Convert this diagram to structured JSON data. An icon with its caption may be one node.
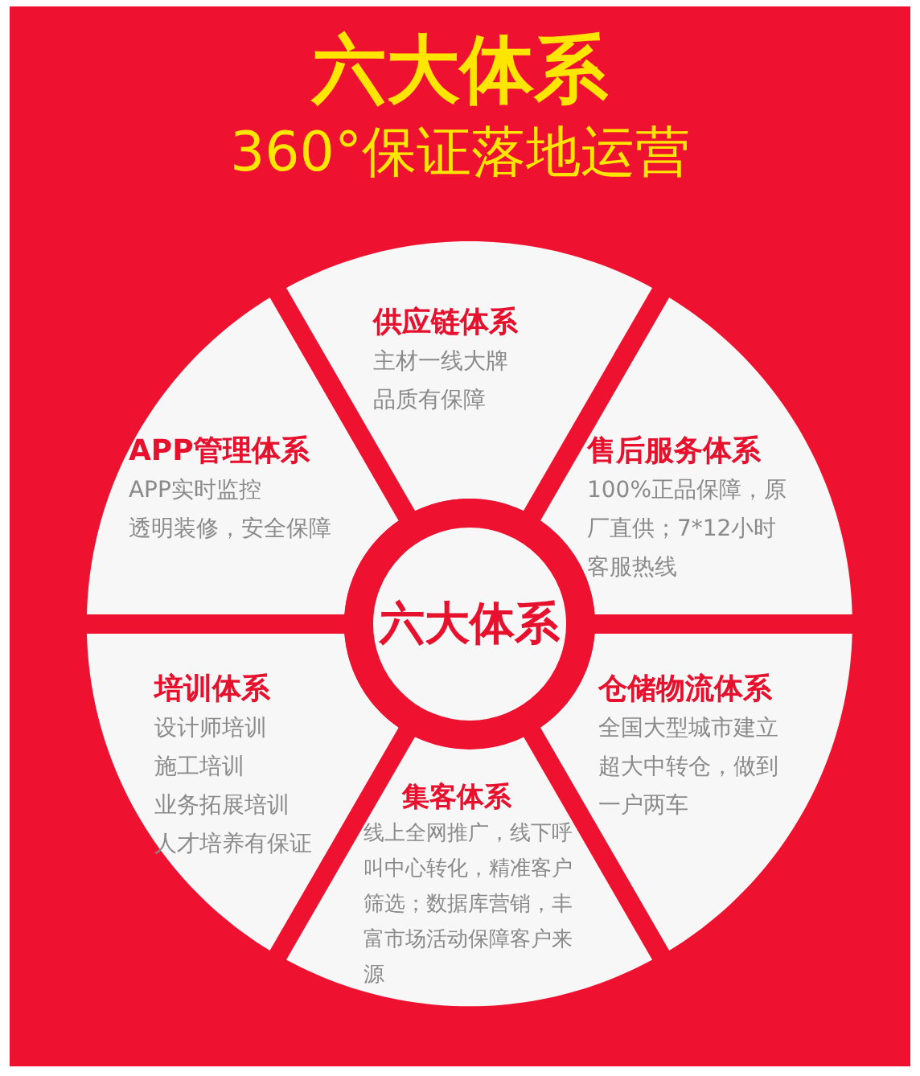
{
  "diagram": {
    "title": "六大体系",
    "nodes": [
      {
        "text": [
          "供应链体系",
          "主材一线大牌",
          "品质有保障"
        ]
      },
      {
        "text": [
          "APP管理体系",
          "APP实时监控",
          "透明装修，安全保障"
        ]
      },
      {
        "text": [
          "售后服务体系",
          "100%正品保障，原厂直供；7*12小时客服热线"
        ]
      },
      {
        "text": [
          "六大体系"
        ]
      },
      {
        "text": [
          "培训体系",
          "设计师培训",
          "施工培训",
          "业务拓展培训",
          "人才培养有保证"
        ]
      },
      {
        "text": [
          "仓储物流体系",
          "全国大型城市建立超大中转仓，做到一户两车"
        ]
      },
      {
        "text": [
          "集客体系",
          "线上全网推广，线下呼叫中心转化，精准客户筛选；数据库营销，丰富市场活动保障客户来源"
        ]
      }
    ],
    "labels": [
      "360°保证落地运营"
    ]
  }
}
